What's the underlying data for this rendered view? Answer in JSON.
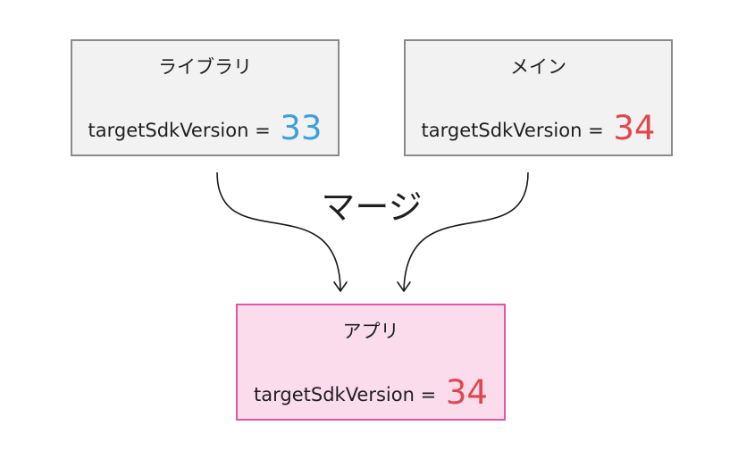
{
  "colors": {
    "value_blue": "#3aa0dc",
    "value_red": "#e0474f",
    "box_gray_bg": "#f2f2f2",
    "box_gray_border": "#8a8a8a",
    "box_pink_bg": "#fadcec",
    "box_pink_border": "#e056a0"
  },
  "library": {
    "title": "ライブラリ",
    "label": "targetSdkVersion =",
    "value": "33"
  },
  "main": {
    "title": "メイン",
    "label": "targetSdkVersion =",
    "value": "34"
  },
  "merge": {
    "label": "マージ"
  },
  "app": {
    "title": "アプリ",
    "label": "targetSdkVersion =",
    "value": "34"
  }
}
